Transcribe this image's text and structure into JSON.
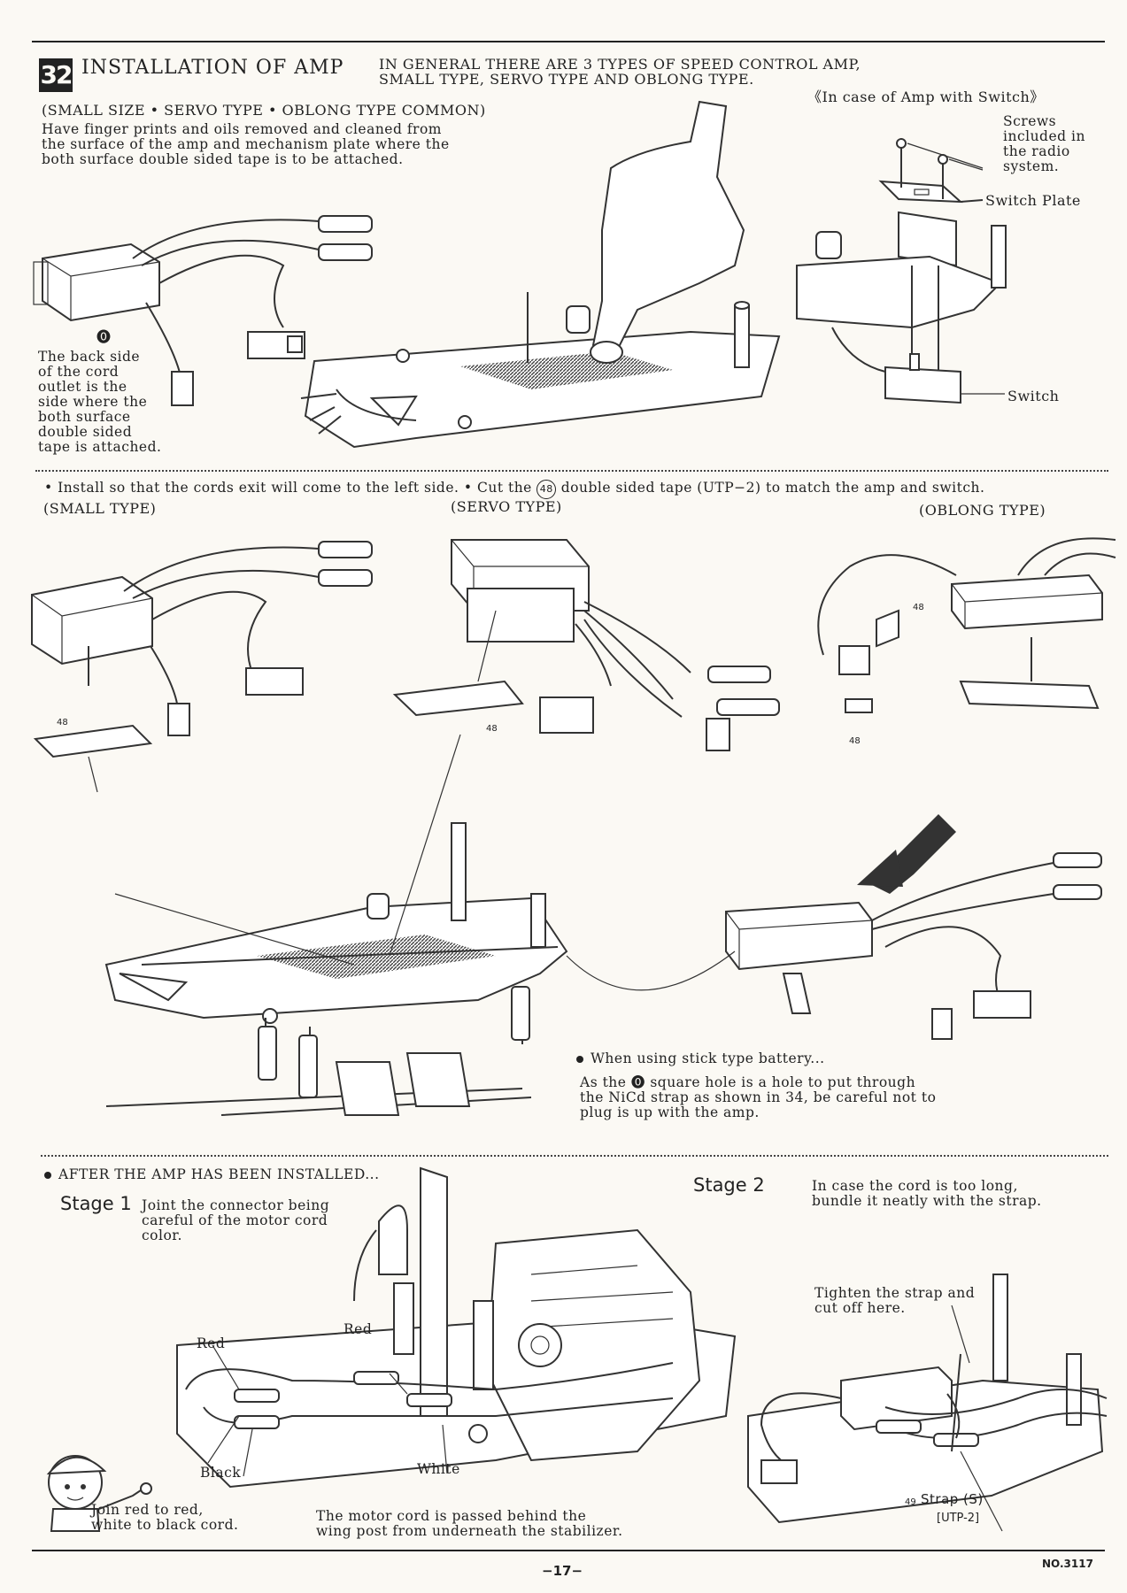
{
  "header": {
    "step_number": "32",
    "title": "INSTALLATION OF AMP",
    "intro_line1": "IN GENERAL THERE ARE 3 TYPES OF SPEED CONTROL AMP,",
    "intro_line2": "SMALL TYPE, SERVO TYPE AND OBLONG TYPE."
  },
  "section_top": {
    "common_heading": "(SMALL SIZE • SERVO TYPE • OBLONG TYPE COMMON)",
    "instructions": [
      "Have finger prints and oils removed and cleaned from",
      "the surface of the amp and mechanism plate where the",
      "both surface double sided tape is to be attached."
    ],
    "switch_case_title": "《In case of Amp with Switch》",
    "screws_note": [
      "Screws",
      "included in",
      "the radio",
      "system."
    ],
    "switch_plate_label": "Switch Plate",
    "switch_label": "Switch",
    "callout_mark": "⓿",
    "back_side_note": [
      "The back side",
      "of the cord",
      "outlet is the",
      "side where the",
      "both surface",
      "double sided",
      "tape is attached."
    ]
  },
  "section_mid": {
    "install_note_a": "• Install so that the cords exit will come to the left side.",
    "install_note_b": "• Cut the",
    "part_ref": "48",
    "install_note_c": "double sided tape  (UTP−2)   to match the amp and switch.",
    "types": [
      "(SMALL TYPE)",
      "(SERVO TYPE)",
      "(OBLONG TYPE)"
    ],
    "tape_label": "48",
    "battery_heading": "When using stick type battery...",
    "battery_note": [
      "As the ⓿ square hole is a hole to put through",
      "the NiCd strap as shown in 34, be careful not to",
      "plug is up with the amp."
    ]
  },
  "section_bottom": {
    "after_heading": "AFTER THE AMP HAS BEEN INSTALLED...",
    "stage1_label": "Stage  1",
    "stage1_note": [
      "Joint the connector being",
      "careful of the motor cord",
      "color."
    ],
    "stage2_label": "Stage  2",
    "stage2_note": [
      "In case the cord is too long,",
      "bundle it neatly with the strap."
    ],
    "wire_labels": {
      "red_left": "Red",
      "red_right": "Red",
      "black": "Black",
      "white": "White"
    },
    "mascot_note": [
      "Join red to red,",
      "white to black cord."
    ],
    "motor_cord_note": [
      "The motor cord is passed behind the",
      "wing post from underneath the stabilizer."
    ],
    "tighten_note": [
      "Tighten the strap and",
      "cut off here."
    ],
    "strap_ref": "49",
    "strap_label": "Strap (S)",
    "strap_code": "[UTP-2]"
  },
  "footer": {
    "page_number": "−17−",
    "doc_number": "NO.3117"
  }
}
